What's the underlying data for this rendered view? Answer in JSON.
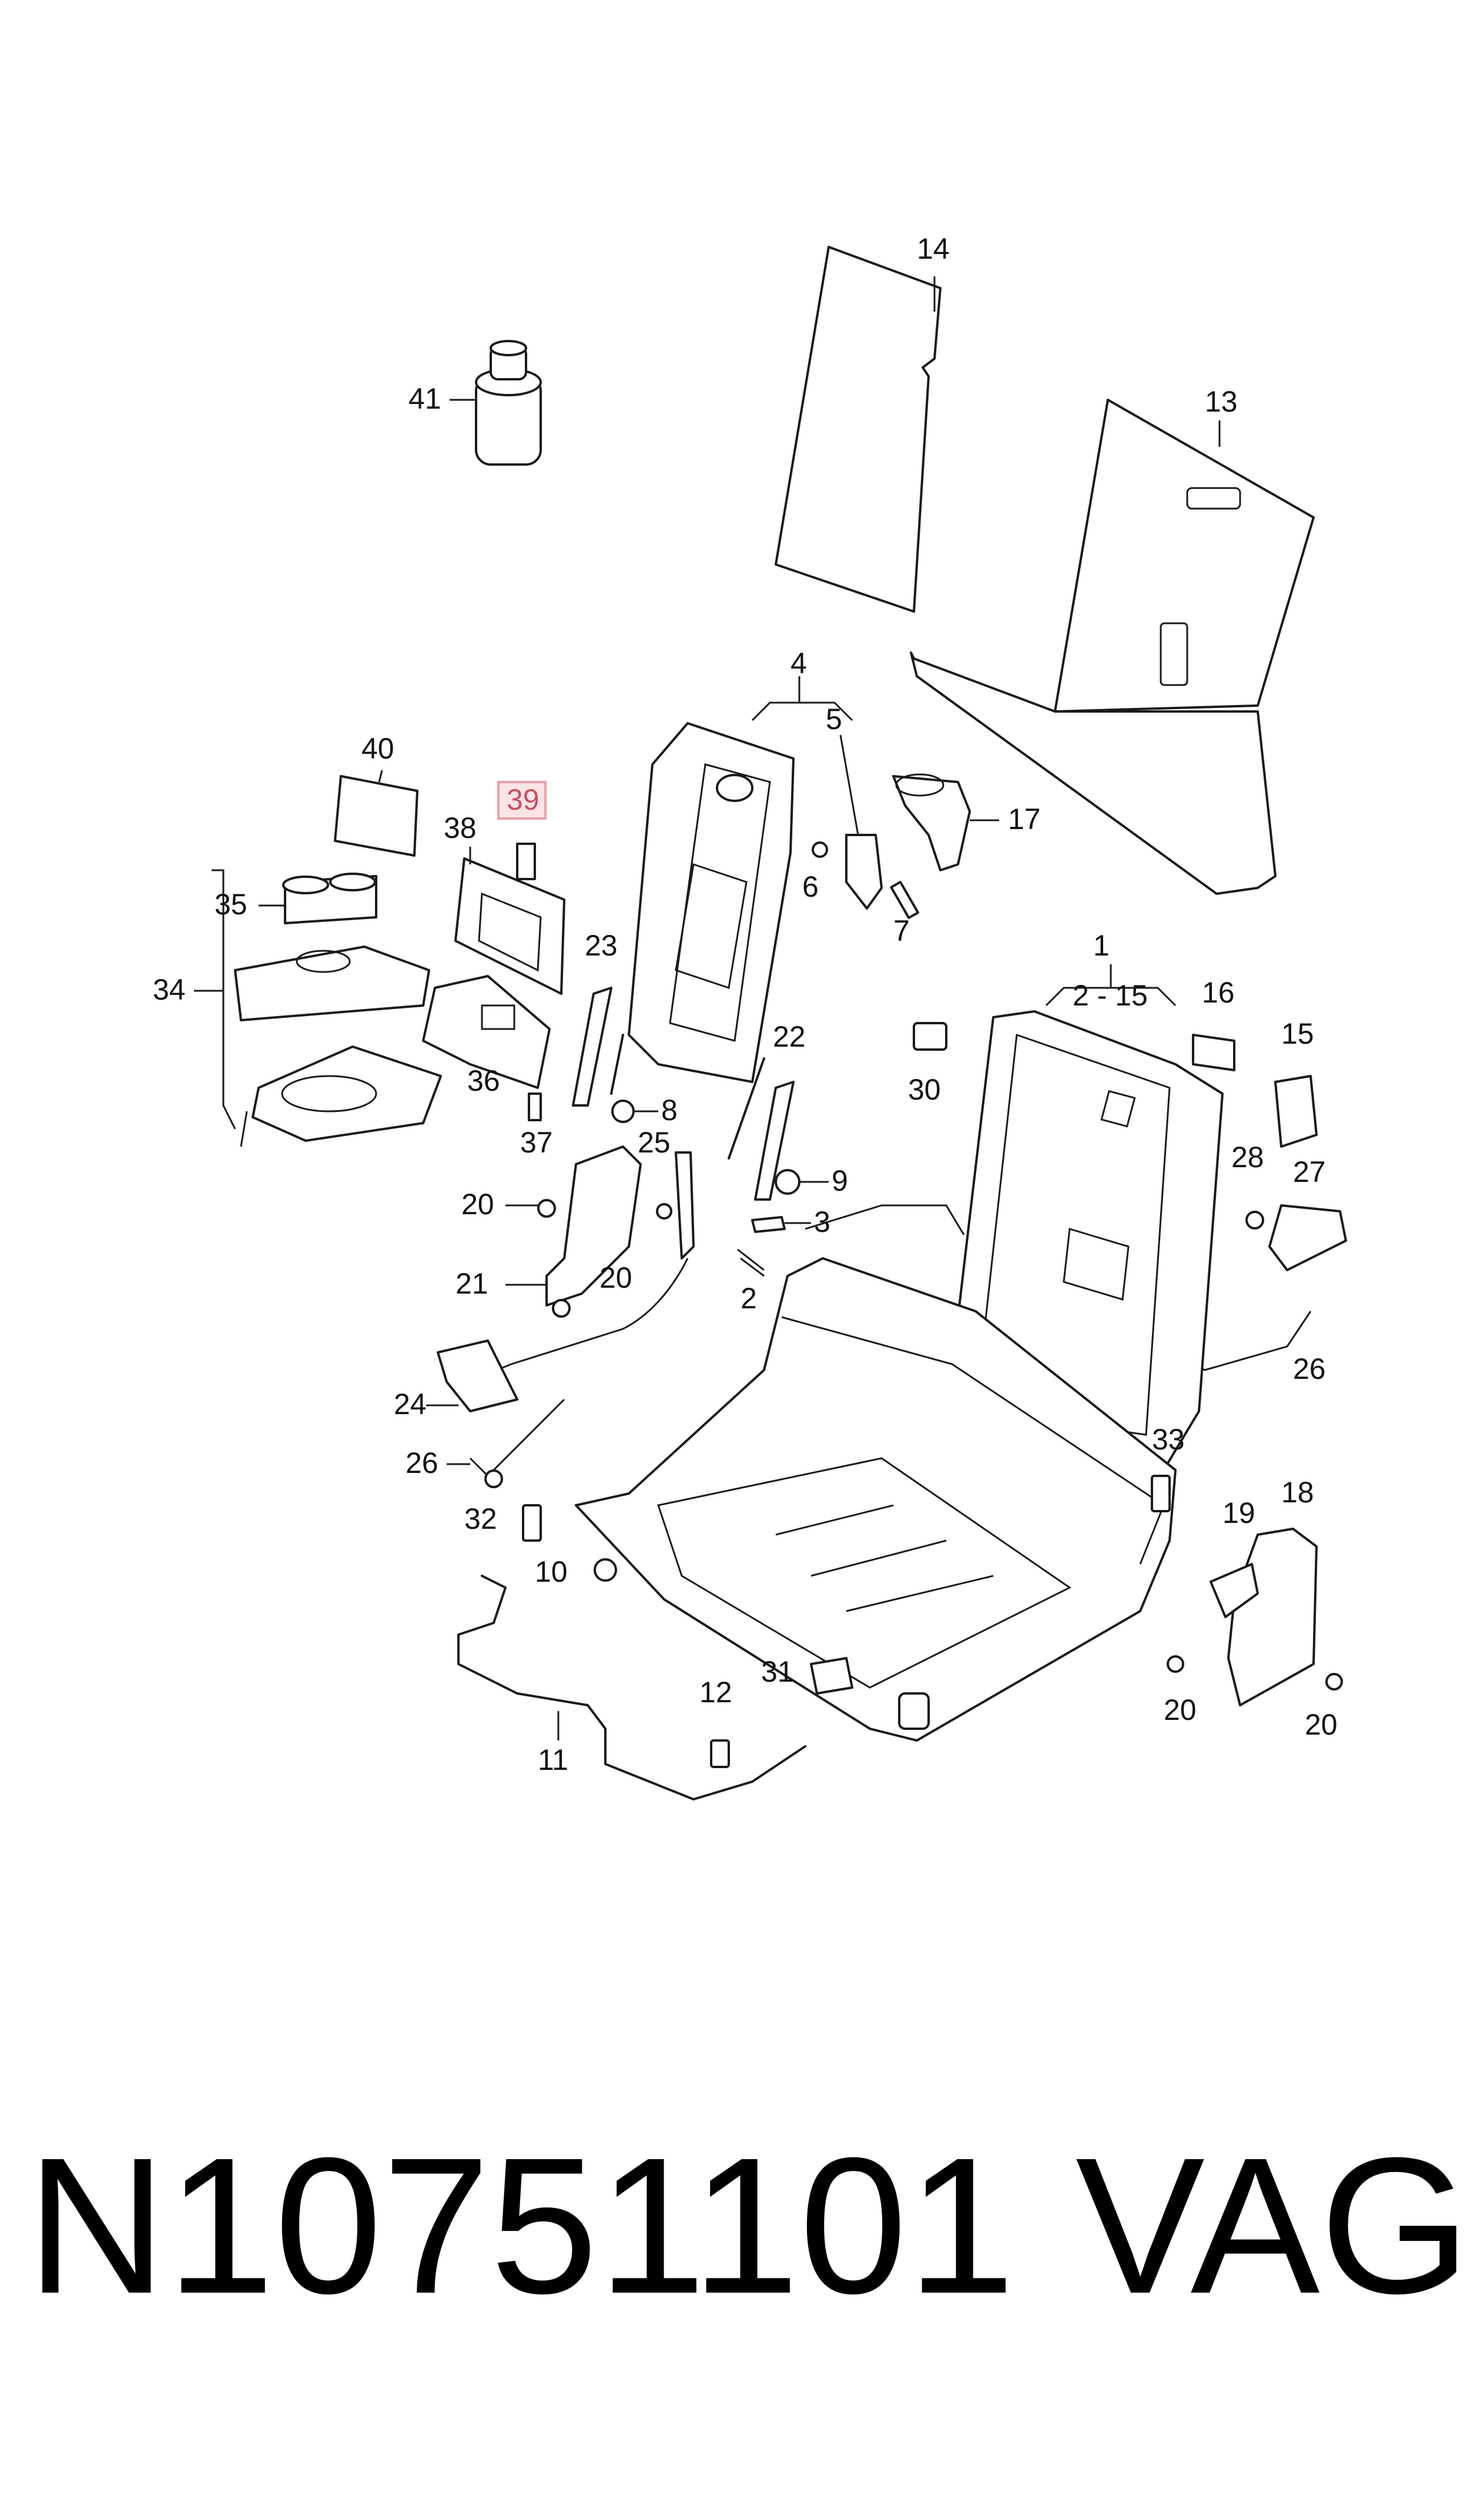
{
  "callouts": {
    "c1": "1",
    "c2_15": "2 - 15",
    "c2": "2",
    "c3": "3",
    "c4": "4",
    "c5": "5",
    "c6": "6",
    "c7": "7",
    "c8": "8",
    "c9": "9",
    "c10": "10",
    "c11": "11",
    "c12": "12",
    "c13": "13",
    "c14": "14",
    "c15": "15",
    "c16": "16",
    "c17": "17",
    "c18": "18",
    "c19": "19",
    "c20a": "20",
    "c20b": "20",
    "c20c": "20",
    "c20d": "20",
    "c21": "21",
    "c22": "22",
    "c23": "23",
    "c24": "24",
    "c25": "25",
    "c26a": "26",
    "c26b": "26",
    "c27": "27",
    "c28": "28",
    "c30": "30",
    "c31": "31",
    "c32": "32",
    "c33": "33",
    "c34": "34",
    "c35": "35",
    "c36": "36",
    "c37": "37",
    "c38": "38",
    "c39": "39",
    "c40": "40",
    "c41": "41"
  },
  "highlight": {
    "callout": "39",
    "color": "#e8a0a8",
    "fill": "#fbe4e6"
  },
  "footer": {
    "part_number": "N10751101",
    "brand": "VAG"
  }
}
